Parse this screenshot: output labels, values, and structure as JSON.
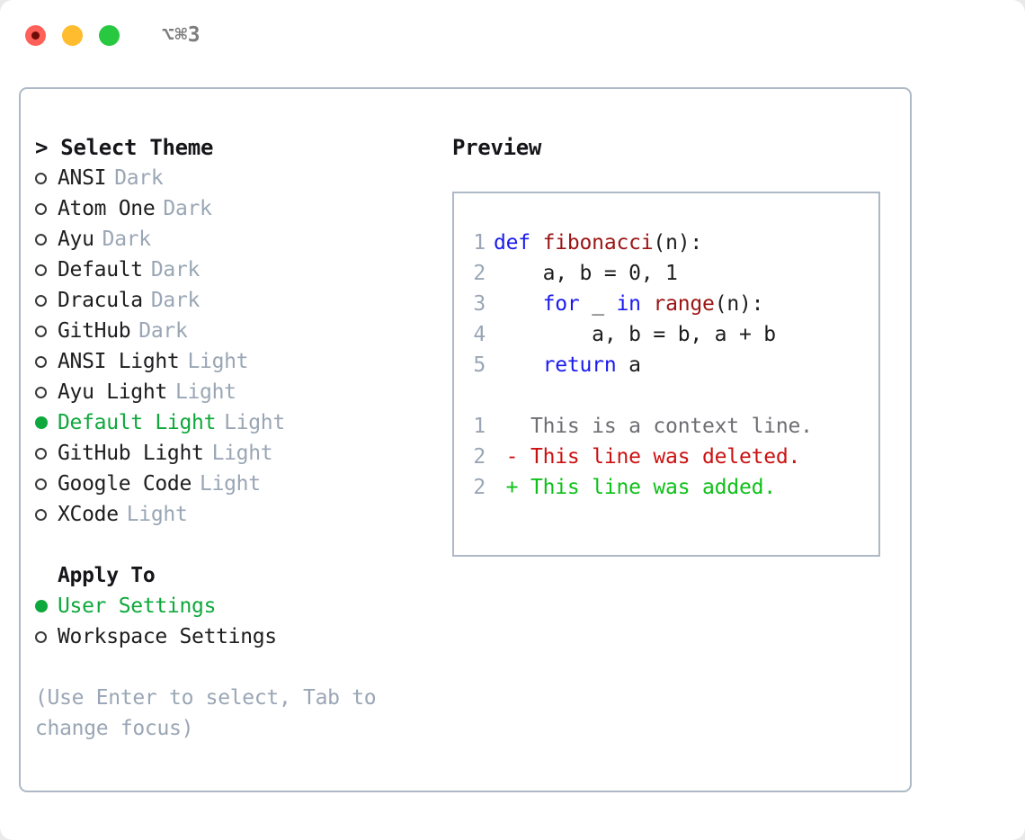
{
  "titlebar": {
    "shortcut_label": "⌥⌘3",
    "lights": [
      "close",
      "minimize",
      "zoom"
    ]
  },
  "theme_picker": {
    "header": "> Select Theme",
    "items": [
      {
        "marker": "ring",
        "label": "ANSI",
        "badge": "Dark",
        "selected": false
      },
      {
        "marker": "ring",
        "label": "Atom One",
        "badge": "Dark",
        "selected": false
      },
      {
        "marker": "ring",
        "label": "Ayu",
        "badge": "Dark",
        "selected": false
      },
      {
        "marker": "ring",
        "label": "Default",
        "badge": "Dark",
        "selected": false
      },
      {
        "marker": "ring",
        "label": "Dracula",
        "badge": "Dark",
        "selected": false
      },
      {
        "marker": "ring",
        "label": "GitHub",
        "badge": "Dark",
        "selected": false
      },
      {
        "marker": "ring",
        "label": "ANSI Light",
        "badge": "Light",
        "selected": false
      },
      {
        "marker": "ring",
        "label": "Ayu Light",
        "badge": "Light",
        "selected": false
      },
      {
        "marker": "dot",
        "label": "Default Light",
        "badge": "Light",
        "selected": true
      },
      {
        "marker": "ring",
        "label": "GitHub Light",
        "badge": "Light",
        "selected": false
      },
      {
        "marker": "ring",
        "label": "Google Code",
        "badge": "Light",
        "selected": false
      },
      {
        "marker": "ring",
        "label": "XCode",
        "badge": "Light",
        "selected": false
      }
    ]
  },
  "apply_to": {
    "header": "Apply To",
    "items": [
      {
        "marker": "dot",
        "label": "User Settings",
        "selected": true
      },
      {
        "marker": "ring",
        "label": "Workspace Settings",
        "selected": false
      }
    ]
  },
  "hint": "(Use Enter to select, Tab to change focus)",
  "preview": {
    "header": "Preview",
    "code_lines": [
      {
        "no": "1",
        "tokens": [
          {
            "t": "def ",
            "c": "kw"
          },
          {
            "t": "fibonacci",
            "c": "fn"
          },
          {
            "t": "(n):",
            "c": "pl"
          }
        ]
      },
      {
        "no": "2",
        "tokens": [
          {
            "t": "    a, b = 0, 1",
            "c": "pl"
          }
        ]
      },
      {
        "no": "3",
        "tokens": [
          {
            "t": "    ",
            "c": "pl"
          },
          {
            "t": "for",
            "c": "kw"
          },
          {
            "t": " _ ",
            "c": "pl"
          },
          {
            "t": "in",
            "c": "kw"
          },
          {
            "t": " ",
            "c": "pl"
          },
          {
            "t": "range",
            "c": "fn"
          },
          {
            "t": "(n):",
            "c": "pl"
          }
        ]
      },
      {
        "no": "4",
        "tokens": [
          {
            "t": "        a, b = b, a + b",
            "c": "pl"
          }
        ]
      },
      {
        "no": "5",
        "tokens": [
          {
            "t": "    ",
            "c": "pl"
          },
          {
            "t": "return",
            "c": "kw"
          },
          {
            "t": " a",
            "c": "pl"
          }
        ]
      }
    ],
    "diff_lines": [
      {
        "no": "1",
        "tokens": [
          {
            "t": "   This is a context line.",
            "c": "ctx"
          }
        ]
      },
      {
        "no": "2",
        "tokens": [
          {
            "t": " - This line was deleted.",
            "c": "del"
          }
        ]
      },
      {
        "no": "2",
        "tokens": [
          {
            "t": " + This line was added.",
            "c": "add"
          }
        ]
      }
    ]
  },
  "colors": {
    "accent_green": "#0fa83c",
    "badge_gray": "#9aa6b5",
    "border": "#aeb9c6",
    "keyword_blue": "#1a1aee",
    "function_red": "#9c1414",
    "diff_delete": "#cc1111",
    "diff_add": "#0ec018",
    "light_red": "#ff6058",
    "light_yellow": "#febc2e",
    "light_green": "#28c840"
  }
}
